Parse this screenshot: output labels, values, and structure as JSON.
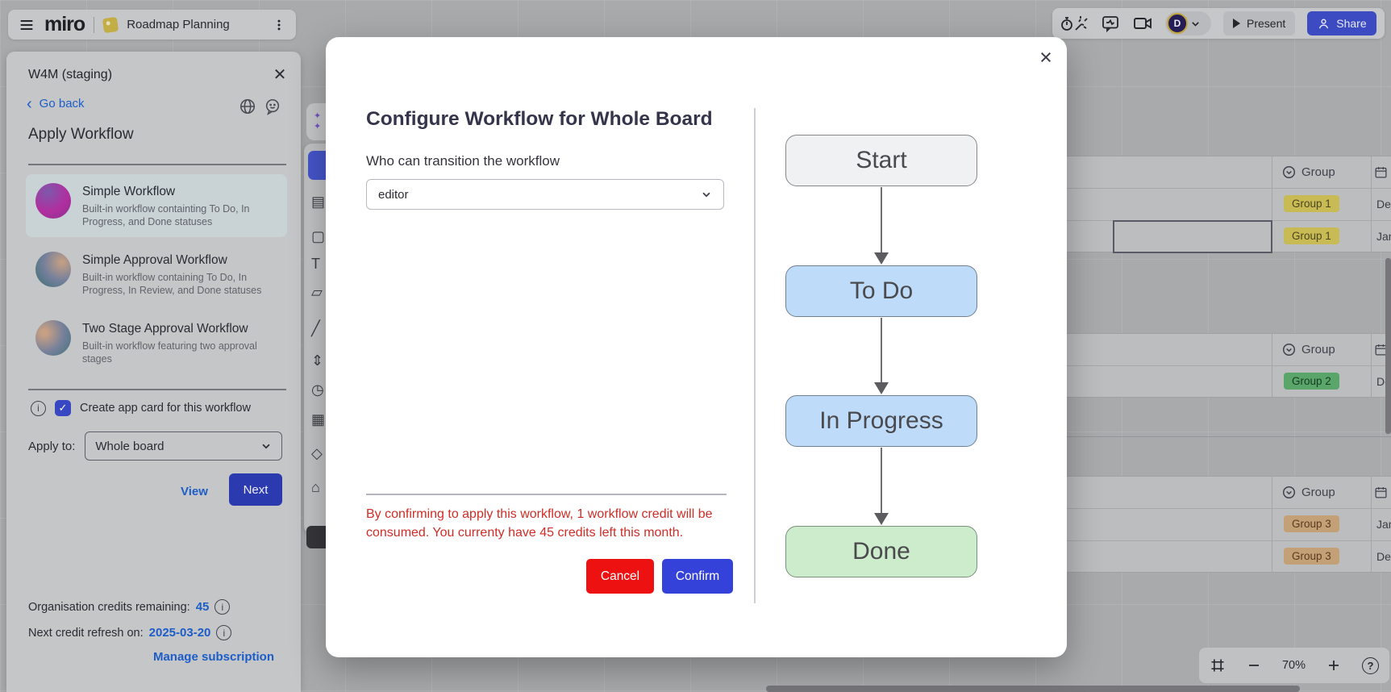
{
  "header": {
    "logo": "miro",
    "board_title": "Roadmap Planning",
    "avatar_initial": "D",
    "present_label": "Present",
    "share_label": "Share"
  },
  "sidebar": {
    "panel_title": "W4M (staging)",
    "back_label": "Go back",
    "section_title": "Apply Workflow",
    "workflows": [
      {
        "name": "Simple Workflow",
        "description": "Built-in workflow containting To Do, In Progress, and Done statuses",
        "selected": true
      },
      {
        "name": "Simple Approval Workflow",
        "description": "Built-in workflow containing To Do, In Progress, In Review, and Done statuses",
        "selected": false
      },
      {
        "name": "Two Stage Approval Workflow",
        "description": "Built-in workflow featuring two approval stages",
        "selected": false
      }
    ],
    "create_app_card_label": "Create app card for this workflow",
    "apply_to_label": "Apply to:",
    "apply_to_value": "Whole board",
    "view_label": "View",
    "next_label": "Next",
    "credits_label": "Organisation credits remaining:",
    "credits_value": "45",
    "refresh_label": "Next credit refresh on:",
    "refresh_value": "2025-03-20",
    "manage_label": "Manage subscription"
  },
  "modal": {
    "title": "Configure Workflow for Whole Board",
    "transition_label": "Who can transition the workflow",
    "transition_value": "editor",
    "flow_steps": [
      "Start",
      "To Do",
      "In Progress",
      "Done"
    ],
    "warning": "By confirming to apply this workflow, 1 workflow credit will be consumed. You currenty have 45 credits left this month.",
    "cancel_label": "Cancel",
    "confirm_label": "Confirm"
  },
  "board": {
    "tables": [
      {
        "header": "Group",
        "rows": [
          {
            "group": "Group 1",
            "date": "De"
          },
          {
            "group": "Group 1",
            "date": "Jan"
          }
        ]
      },
      {
        "header": "Group",
        "rows": [
          {
            "group": "Group 2",
            "date": "De"
          }
        ]
      },
      {
        "header": "Group",
        "rows": [
          {
            "group": "Group 3",
            "date": "Jan"
          },
          {
            "group": "Group 3",
            "date": "De"
          }
        ]
      }
    ],
    "zoom_level": "70%"
  },
  "colors": {
    "modal_confirm_blue": "#3542d9",
    "modal_cancel_red": "#ee1111",
    "warning_red": "#cf2d26",
    "flow_gray": "#f0f1f3",
    "flow_blue": "#bedcfa",
    "flow_green": "#cdeccc",
    "badge_yellow": "#c8ba54",
    "badge_green": "#5aa56a",
    "badge_tan": "#c4a076",
    "link_blue": "#1d5dc8",
    "sidebar_next_blue": "#2c3ab0",
    "share_blue": "#3d4bc2"
  }
}
